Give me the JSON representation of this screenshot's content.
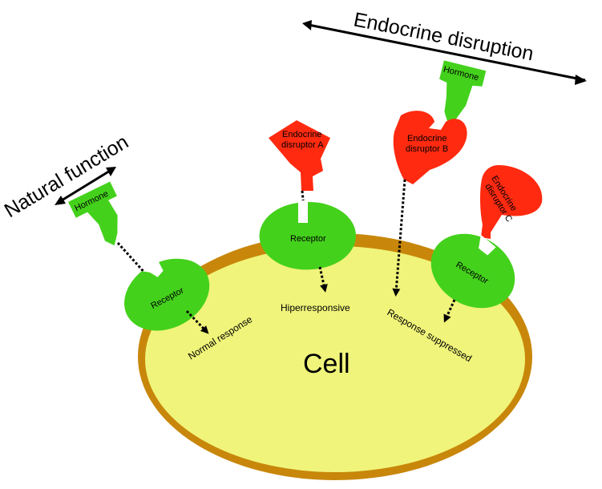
{
  "labels": {
    "natural_function": "Natural function",
    "endocrine_disruption": "Endocrine disruption",
    "cell": "Cell",
    "hormone": "Hormone",
    "receptor": "Receptor",
    "endocrine_disruptor_a": [
      "Endocrine",
      "disruptor A"
    ],
    "endocrine_disruptor_b": [
      "Endocrine",
      "disruptor B"
    ],
    "endocrine_disruptor_c": [
      "Endocrine",
      "disruptor C"
    ],
    "normal_response": "Normal response",
    "hiperresponsive": "Hiperresponsive",
    "response_suppressed": "Response suppressed"
  },
  "colors": {
    "cell_fill": "#f0f47a",
    "cell_border": "#c8870a",
    "receptor": "#44d11c",
    "hormone": "#44d11c",
    "disruptor": "#ff2a10",
    "arrow": "#000000"
  }
}
